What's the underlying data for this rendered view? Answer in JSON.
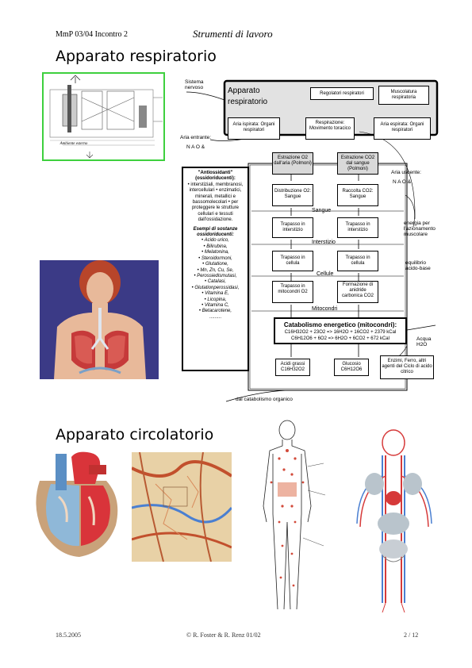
{
  "header": {
    "left": "MmP 03/04 Incontro 2",
    "center": "Strumenti di lavoro"
  },
  "sections": {
    "respiratorio": "Apparato respiratorio",
    "circolatorio": "Apparato circolatorio"
  },
  "diagram": {
    "sistema_nervoso": "Sistema nervoso",
    "apparato_title": "Apparato respiratorio",
    "regolatori": "Regolatori respiratori",
    "muscolatura": "Muscolatura respiratoria",
    "aria_ispirata": "Aria ispirata: Organi respiratori",
    "respirazione": "Respirazione: Movimento toracico",
    "aria_espirata": "Aria espirata: Organi respiratori",
    "aria_entrante": "Aria entrante:",
    "naos_in": "N A O &",
    "aria_uscente": "Aria uscente:",
    "naos_out": "N A O &",
    "estrazione_o2": "Estrazione O2 dall'aria (Polmoni)",
    "estrazione_co2": "Estrazione CO2 dal sangue (Polmoni)",
    "distribuzione": "Distribuzione O2: Sangue",
    "raccolta": "Raccolta CO2: Sangue",
    "sangue": "Sangue",
    "trapasso_int_1": "Trapasso in interstizio",
    "trapasso_int_2": "Trapasso in interstizio",
    "interstizio": "Interstizio",
    "trapasso_cell_1": "Trapasso in cellula",
    "trapasso_cell_2": "Trapasso in cellula",
    "cellule": "Cellule",
    "trapasso_mito": "Trapasso in mitocondri O2",
    "formazione": "Formazione di anidride carbonica CO2",
    "mitocondri": "Mitocondri",
    "catabolismo_title": "Catabolismo energetico (mitocondri):",
    "catabolismo_eq1": "C16H32O2 + 23O2 => 16H2O + 16CO2 + 2379 kCal",
    "catabolismo_eq2": "C6H12O6 + 6O2 => 6H2O + 6CO2 + 672 kCal",
    "acidi_grassi": "Acidi grassi C16H32O2",
    "glucosio": "Glucosio C6H12O6",
    "enzimi": "Enzimi, Ferro, altri agenti del Ciclo di acido citrico",
    "acqua": "Acqua H2O",
    "energia": "energia per l'azionamento muscolare",
    "equilibrio": "equilibrio acido-base",
    "dal_catabolismo": "dal catabolismo organico"
  },
  "antiox": {
    "title": "\"Antiossidanti\" (ossidoriducenti):",
    "body": "• interstiziali, membranosi, intercellulari • enzimatici, minerali, metallici e bassomolecolari • per proteggere le strutture cellulari e tessuti dall'ossidazione.",
    "examples_title": "Esempi di sostanze ossidoriducenti:",
    "items": [
      "• Acido urico,",
      "• Bilirubina,",
      "• Melatonina,",
      "• Steroidormoni,",
      "• Glutatione,",
      "• Mn, Zn, Cu, Se,",
      "• Perossiedismutasi,",
      "• Catalasi,",
      "• Glutationperossidasi,",
      "• Vitamina E,",
      "• Licopina,",
      "• Vitamina C,",
      "• Betacarotene,",
      "........."
    ]
  },
  "thumb_labels": {
    "ambiente": "Ambiente esterno"
  },
  "footer": {
    "left": "18.5.2005",
    "center": "© R. Foster & R. Renz 01/02",
    "right": "2 / 12"
  },
  "colors": {
    "green_frame": "#3ed03e",
    "artery": "#d62a2a",
    "vein": "#4a7fd1",
    "skin": "#e8b99a"
  }
}
